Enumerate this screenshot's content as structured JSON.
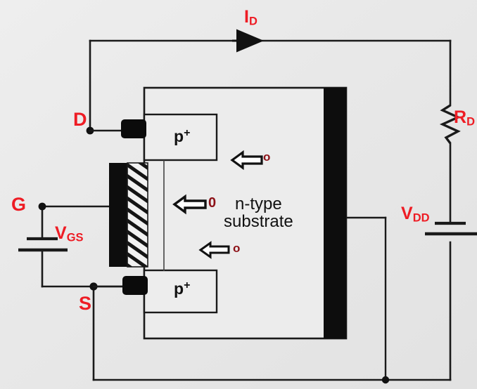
{
  "figure": {
    "title": "N-channel JFET biasing circuit cross-section",
    "background_color": "#e9e9e9",
    "accent_color": "#ee1c24",
    "ink_color": "#111111",
    "carrier_color": "#8d1218"
  },
  "terminals": {
    "drain": "D",
    "gate": "G",
    "source": "S"
  },
  "labels": {
    "drain_current": "I",
    "drain_current_sub": "D",
    "drain_resistor": "R",
    "drain_resistor_sub": "D",
    "supply_voltage": "V",
    "supply_voltage_sub": "DD",
    "gate_source_voltage": "V",
    "gate_source_voltage_sub": "GS"
  },
  "device": {
    "substrate_line1": "n-type",
    "substrate_line2": "substrate",
    "p_region_top": "p",
    "p_region_top_sup": "+",
    "p_region_bottom": "p",
    "p_region_bottom_sup": "+"
  },
  "carriers": [
    {
      "id": "carrier-top",
      "glyph": "o",
      "direction": "left"
    },
    {
      "id": "carrier-middle",
      "glyph": "0",
      "direction": "left"
    },
    {
      "id": "carrier-bottom",
      "glyph": "o",
      "direction": "left"
    }
  ],
  "components": {
    "resistor": {
      "type": "zigzag",
      "name": "R_D"
    },
    "battery_vgs": {
      "type": "battery",
      "name": "V_GS"
    },
    "battery_vdd": {
      "type": "battery",
      "name": "V_DD"
    },
    "current_arrow": {
      "direction": "right",
      "name": "I_D"
    }
  }
}
